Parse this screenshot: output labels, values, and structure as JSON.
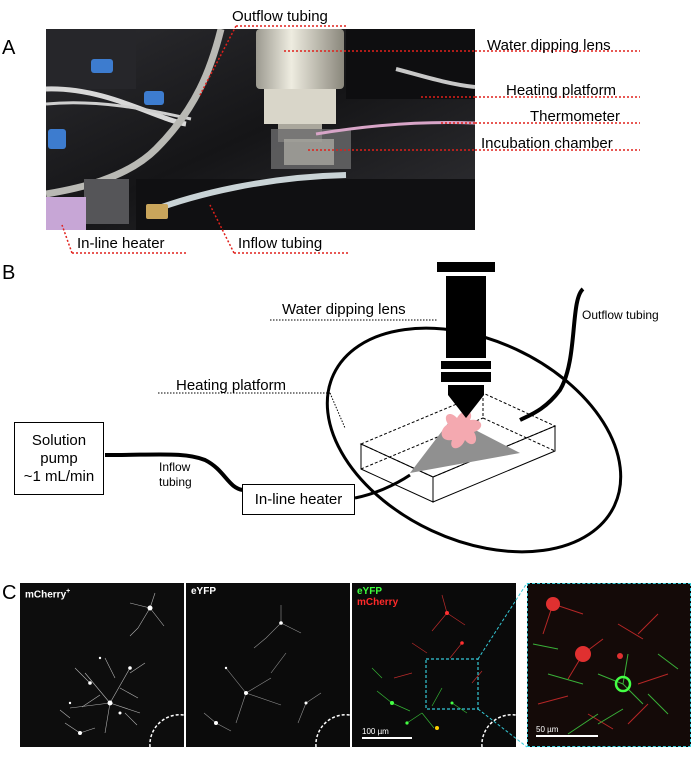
{
  "panels": {
    "a": "A",
    "b": "B",
    "c": "C"
  },
  "panel_a": {
    "labels": {
      "outflow_tubing": "Outflow tubing",
      "water_dipping_lens": "Water dipping lens",
      "heating_platform": "Heating platform",
      "thermometer": "Thermometer",
      "incubation_chamber": "Incubation chamber",
      "inline_heater": "In-line heater",
      "inflow_tubing": "Inflow tubing"
    },
    "leader_color": "#e0201b"
  },
  "panel_b": {
    "water_dipping_lens": "Water dipping lens",
    "outflow_tubing": "Outflow tubing",
    "heating_platform": "Heating platform",
    "solution_pump_line1": "Solution",
    "solution_pump_line2": "pump",
    "solution_pump_line3": "~1 mL/min",
    "inflow_tubing_line1": "Inflow",
    "inflow_tubing_line2": "tubing",
    "inline_heater": "In-line heater",
    "tissue_color": "#f4a9b0",
    "chamber_fill": "#909090"
  },
  "panel_c": {
    "images": [
      {
        "title": "mCherry",
        "title_sup": "+",
        "title_color": "#ffffff"
      },
      {
        "title": "eYFP",
        "title_color": "#ffffff"
      },
      {
        "title_line1": "eYFP",
        "title_line2": "mCherry",
        "color1": "#3dff3d",
        "color2": "#ff2a2a"
      },
      {
        "title": ""
      }
    ],
    "scale_bar_1": "100 µm",
    "scale_bar_2": "50 µm",
    "zoom_box_color": "#35c8d6"
  }
}
